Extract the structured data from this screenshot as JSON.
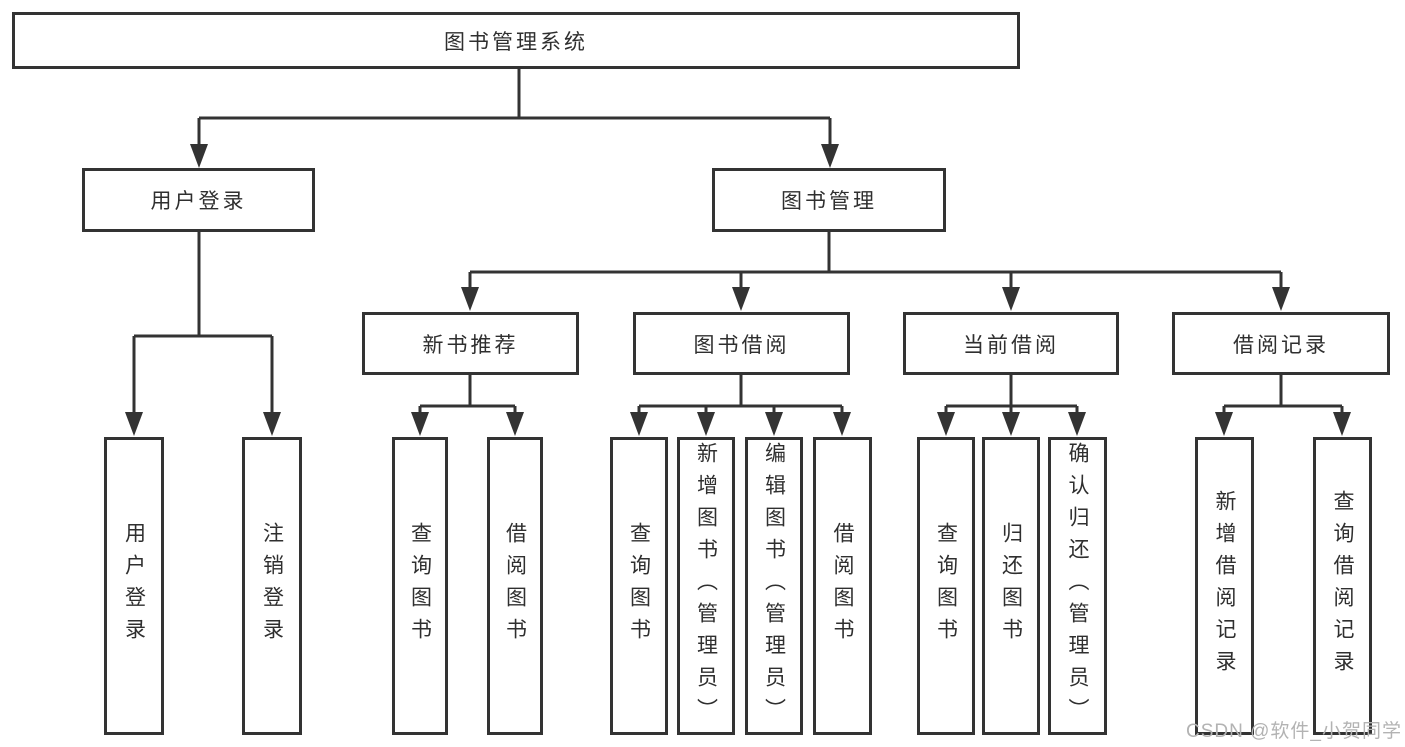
{
  "colors": {
    "line": "#333333",
    "text": "#2f2f2f",
    "watermark": "#b3b3b3"
  },
  "tree": {
    "root": {
      "label": "图书管理系统"
    },
    "branches": [
      {
        "label": "用户登录",
        "children": [
          {
            "label": "用户登录"
          },
          {
            "label": "注销登录"
          }
        ]
      },
      {
        "label": "图书管理",
        "children": [
          {
            "label": "新书推荐",
            "children": [
              {
                "label": "查询图书"
              },
              {
                "label": "借阅图书"
              }
            ]
          },
          {
            "label": "图书借阅",
            "children": [
              {
                "label": "查询图书"
              },
              {
                "label": "新增图书（管理员）"
              },
              {
                "label": "编辑图书（管理员）"
              },
              {
                "label": "借阅图书"
              }
            ]
          },
          {
            "label": "当前借阅",
            "children": [
              {
                "label": "查询图书"
              },
              {
                "label": "归还图书"
              },
              {
                "label": "确认归还（管理员）"
              }
            ]
          },
          {
            "label": "借阅记录",
            "children": [
              {
                "label": "新增借阅记录"
              },
              {
                "label": "查询借阅记录"
              }
            ]
          }
        ]
      }
    ]
  },
  "watermark": {
    "text": "CSDN @软件_小贺同学"
  }
}
